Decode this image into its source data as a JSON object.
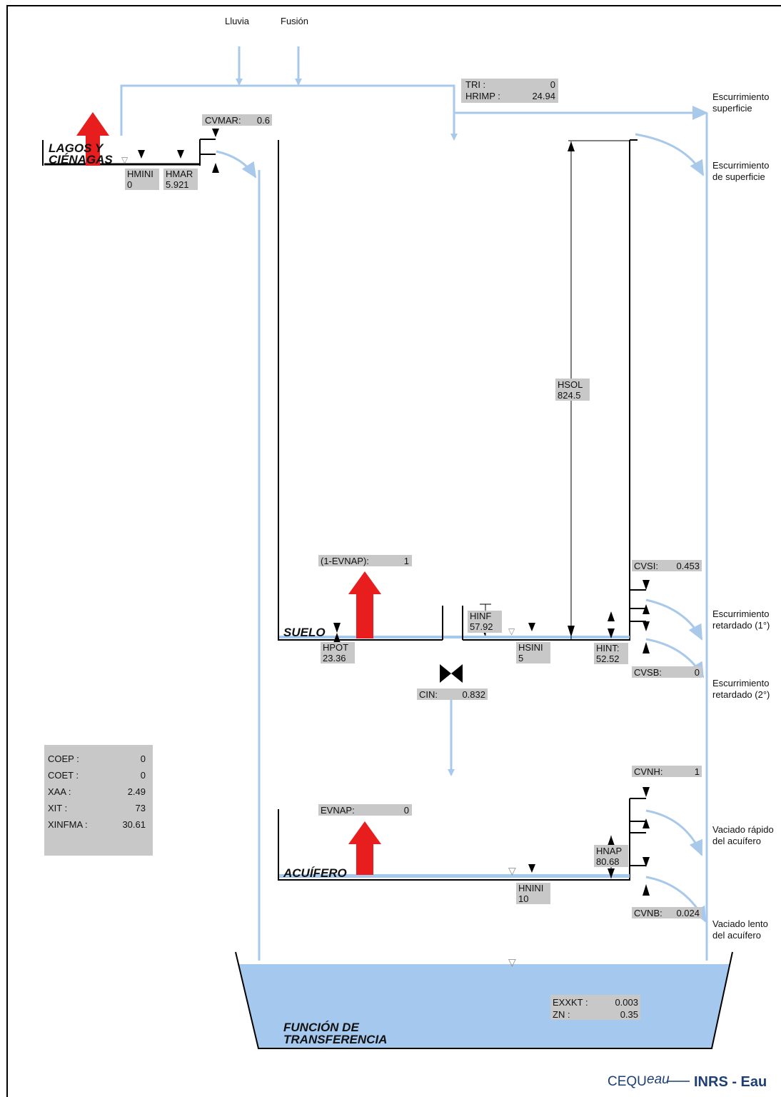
{
  "inputs": {
    "rain": "Lluvia",
    "melt": "Fusión"
  },
  "outputs": {
    "surface_runoff_1": "Escurrimiento|superficie",
    "surface_runoff_2": "Escurrimiento|de superficie",
    "delayed_runoff_1": "Escurrimiento|retardado (1°)",
    "delayed_runoff_2": "Escurrimiento|retardado (2°)",
    "fast_aquifer": "Vaciado rápido|del acuífero",
    "slow_aquifer": "Vaciado lento|del acuífero"
  },
  "reservoirs": {
    "lakes": "LAGOS Y|CIÉNAGAS",
    "soil": "SUELO",
    "aquifer": "ACUÍFERO",
    "transfer": "FUNCIÓN DE|TRANSFERENCIA"
  },
  "params": {
    "tri_label": "TRI :",
    "tri_value": "0",
    "hrimp_label": "HRIMP :",
    "hrimp_value": "24.94",
    "cvmar_label": "CVMAR:",
    "cvmar_value": "0.6",
    "hmini_label": "HMINI",
    "hmini_value": "0",
    "hmar_label": "HMAR",
    "hmar_value": "5.921",
    "hsol_label": "HSOL",
    "hsol_value": "824.5",
    "evnap1_label": "(1-EVNAP):",
    "evnap1_value": "1",
    "hinf_label": "HINF",
    "hinf_value": "57.92",
    "hpot_label": "HPOT",
    "hpot_value": "23.36",
    "hsini_label": "HSINI",
    "hsini_value": "5",
    "hint_label": "HINT:",
    "hint_value": "52.52",
    "cvsi_label": "CVSI:",
    "cvsi_value": "0.453",
    "cvsb_label": "CVSB:",
    "cvsb_value": "0",
    "cin_label": "CIN:",
    "cin_value": "0.832",
    "cvnh_label": "CVNH:",
    "cvnh_value": "1",
    "evnap_label": "EVNAP:",
    "evnap_value": "0",
    "hnap_label": "HNAP",
    "hnap_value": "80.68",
    "hnini_label": "HNINI",
    "hnini_value": "10",
    "cvnb_label": "CVNB:",
    "cvnb_value": "0.024",
    "exxkt_label": "EXXKT :",
    "exxkt_value": "0.003",
    "zn_label": "ZN :",
    "zn_value": "0.35"
  },
  "coefficients": [
    {
      "label": "COEP :",
      "value": "0"
    },
    {
      "label": "COET :",
      "value": "0"
    },
    {
      "label": "XAA :",
      "value": "2.49"
    },
    {
      "label": "XIT :",
      "value": "73"
    },
    {
      "label": "XINFMA :",
      "value": "30.61"
    }
  ],
  "logo": {
    "part1": "CEQU",
    "part2": "eau",
    "part3": "INRS - Eau"
  },
  "colors": {
    "flow": "#a9c9ea",
    "water": "#a5c8ee",
    "evap": "#e81e1e",
    "box": "#c8c8c8",
    "logo": "#1d3f73"
  }
}
